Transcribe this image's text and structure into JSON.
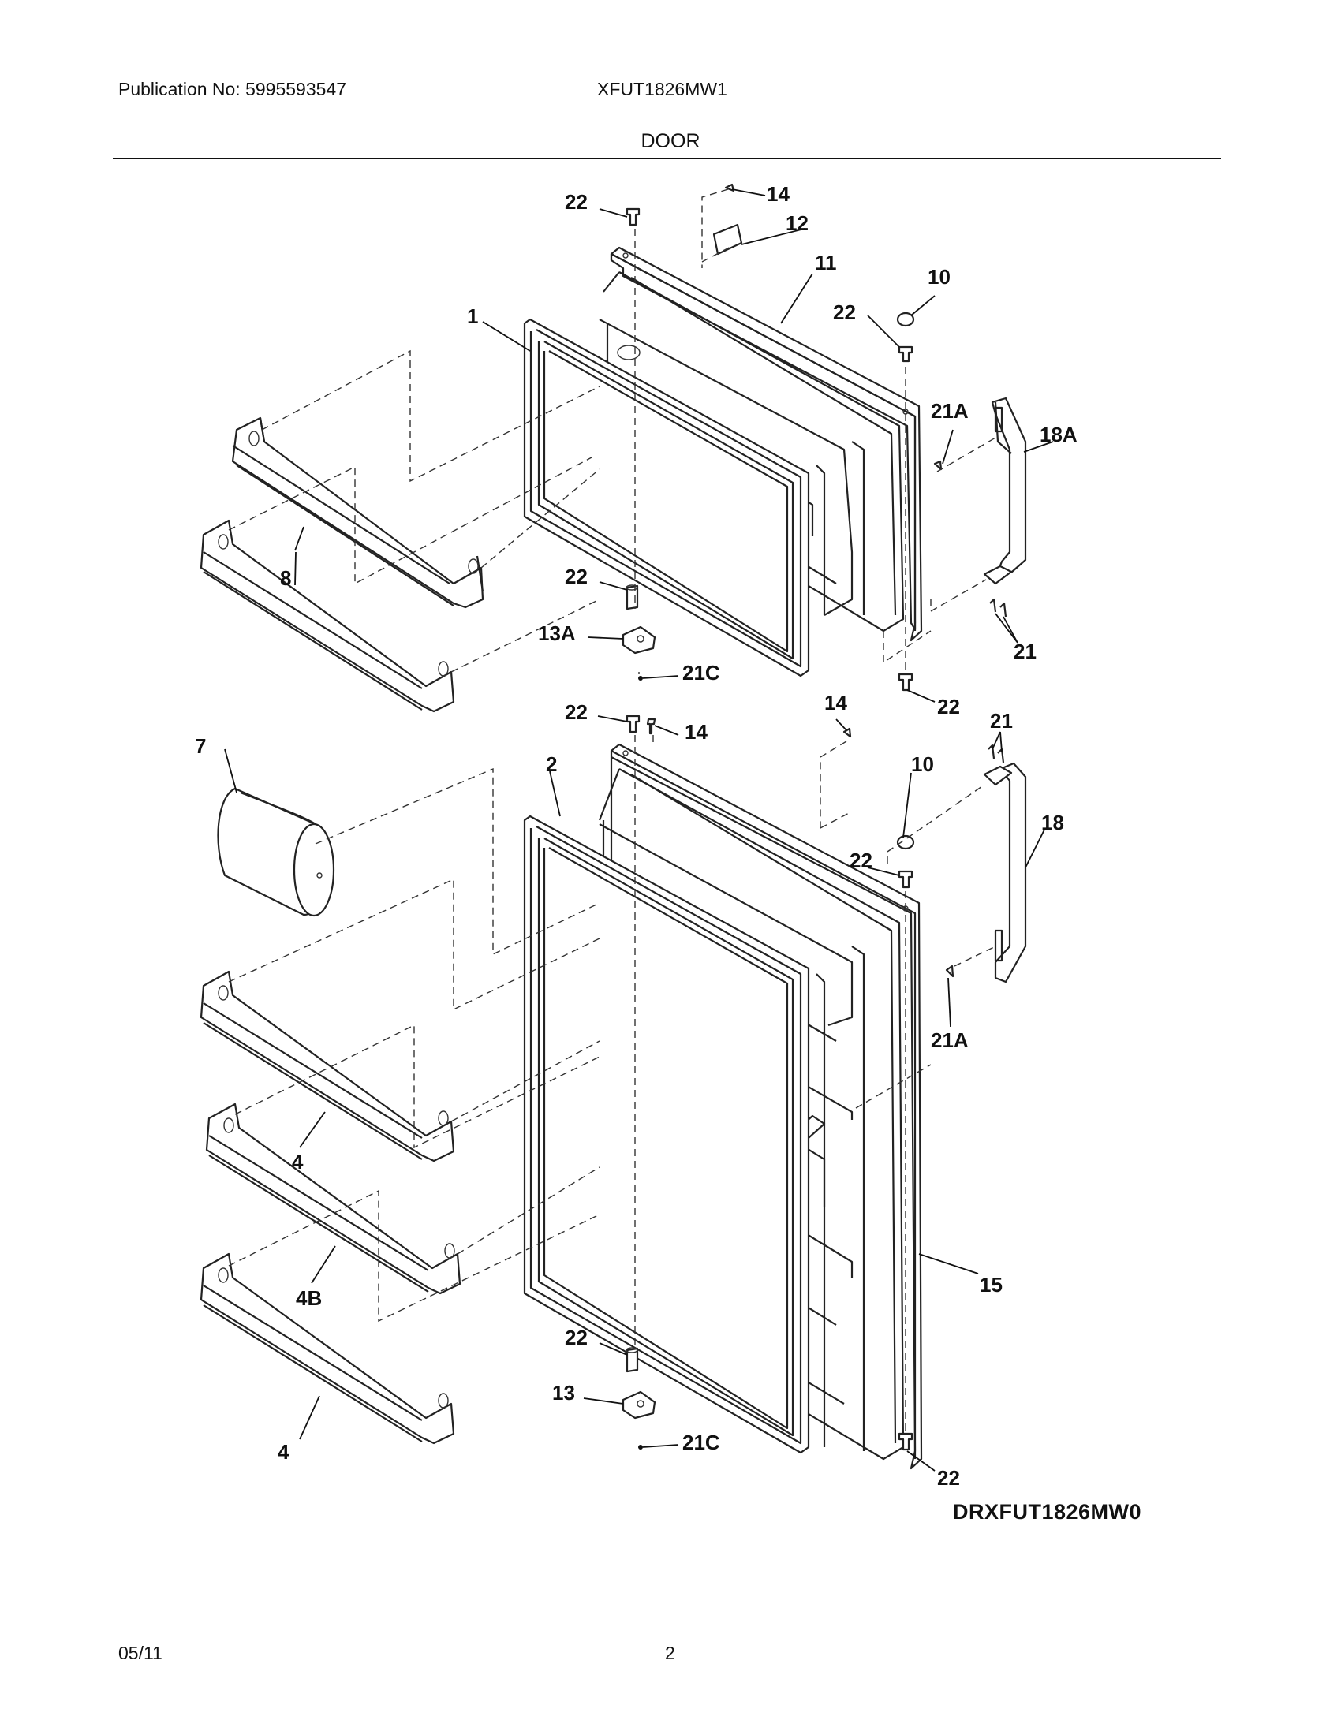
{
  "header": {
    "publication": "Publication No: 5995593547",
    "model": "XFUT1826MW1",
    "section_title": "DOOR"
  },
  "diagram": {
    "drawing_code": "DRXFUT1826MW0",
    "callouts": {
      "c1": "1",
      "c2": "2",
      "c4a": "4",
      "c4b": "4",
      "c4B": "4B",
      "c7": "7",
      "c8": "8",
      "c10a": "10",
      "c10b": "10",
      "c11": "11",
      "c12": "12",
      "c13": "13",
      "c13A": "13A",
      "c14a": "14",
      "c14b": "14",
      "c14c": "14",
      "c15": "15",
      "c18": "18",
      "c18A": "18A",
      "c21a": "21",
      "c21b": "21",
      "c21Aa": "21A",
      "c21Ab": "21A",
      "c21Ca": "21C",
      "c21Cb": "21C",
      "c22a": "22",
      "c22b": "22",
      "c22c": "22",
      "c22d": "22",
      "c22e": "22",
      "c22f": "22",
      "c22g": "22",
      "c22h": "22"
    }
  },
  "footer": {
    "date": "05/11",
    "page": "2"
  }
}
